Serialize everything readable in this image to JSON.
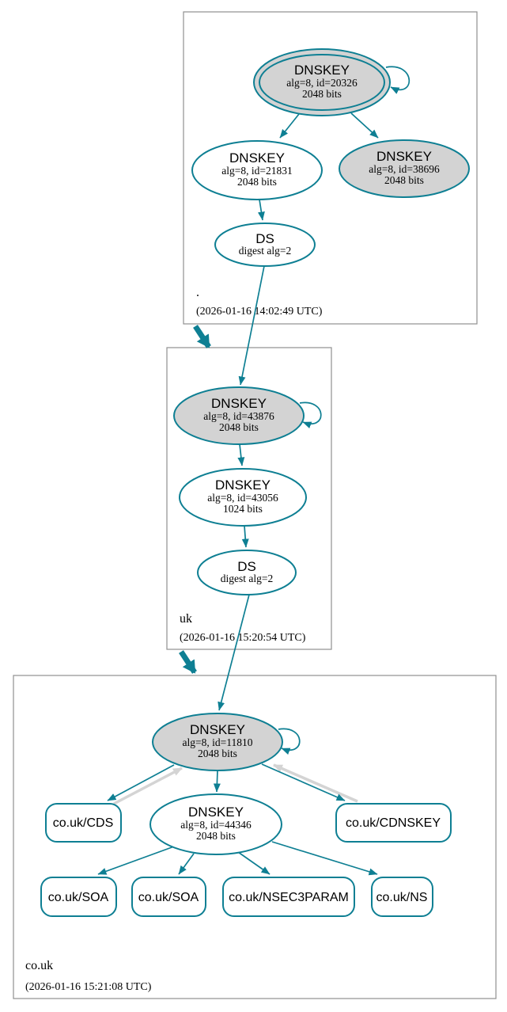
{
  "colors": {
    "secure_edge": "#0e7f93",
    "ksk_fill": "#d3d3d3",
    "warn_arrow": "#d4d4d4",
    "zone_border": "#909090"
  },
  "zones": {
    "root": {
      "name": ".",
      "timestamp": "(2026-01-16 14:02:49 UTC)",
      "nodes": {
        "ksk": {
          "title": "DNSKEY",
          "alg": "alg=8, id=20326",
          "bits": "2048 bits"
        },
        "zsk": {
          "title": "DNSKEY",
          "alg": "alg=8, id=21831",
          "bits": "2048 bits"
        },
        "key38696": {
          "title": "DNSKEY",
          "alg": "alg=8, id=38696",
          "bits": "2048 bits"
        },
        "ds": {
          "title": "DS",
          "digest": "digest alg=2"
        }
      }
    },
    "uk": {
      "name": "uk",
      "timestamp": "(2026-01-16 15:20:54 UTC)",
      "nodes": {
        "ksk": {
          "title": "DNSKEY",
          "alg": "alg=8, id=43876",
          "bits": "2048 bits"
        },
        "zsk": {
          "title": "DNSKEY",
          "alg": "alg=8, id=43056",
          "bits": "1024 bits"
        },
        "ds": {
          "title": "DS",
          "digest": "digest alg=2"
        }
      }
    },
    "couk": {
      "name": "co.uk",
      "timestamp": "(2026-01-16 15:21:08 UTC)",
      "nodes": {
        "ksk": {
          "title": "DNSKEY",
          "alg": "alg=8, id=11810",
          "bits": "2048 bits"
        },
        "zsk": {
          "title": "DNSKEY",
          "alg": "alg=8, id=44346",
          "bits": "2048 bits"
        },
        "cds": {
          "label": "co.uk/CDS"
        },
        "cdnskey": {
          "label": "co.uk/CDNSKEY"
        },
        "soa1": {
          "label": "co.uk/SOA"
        },
        "soa2": {
          "label": "co.uk/SOA"
        },
        "nsec3param": {
          "label": "co.uk/NSEC3PARAM"
        },
        "ns": {
          "label": "co.uk/NS"
        }
      }
    }
  }
}
